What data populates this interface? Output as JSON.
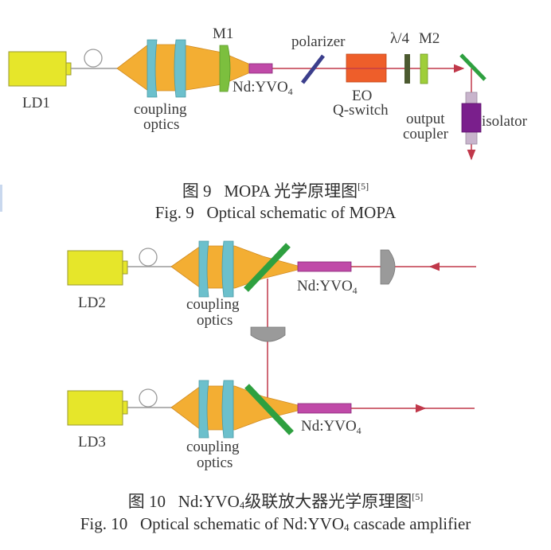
{
  "figure9": {
    "labels": {
      "ld1": "LD1",
      "coupling_line1": "coupling",
      "coupling_line2": "optics",
      "m1": "M1",
      "crystal": "Nd:YVO",
      "crystal_sub": "4",
      "polarizer": "polarizer",
      "eo_line1": "EO",
      "eo_line2": "Q-switch",
      "qwp": "λ/4",
      "m2": "M2",
      "oc_line1": "output",
      "oc_line2": "coupler",
      "isolator": "isolator"
    },
    "caption_cn": {
      "prefix": "图 9",
      "text": "MOPA 光学原理图",
      "ref": "[5]"
    },
    "caption_en": {
      "prefix": "Fig. 9",
      "text": "Optical schematic of MOPA"
    }
  },
  "figure10": {
    "labels": {
      "ld2": "LD2",
      "ld3": "LD3",
      "coupling_line1": "coupling",
      "coupling_line2": "optics",
      "crystal": "Nd:YVO",
      "crystal_sub": "4"
    },
    "caption_cn": {
      "prefix": "图 10",
      "text_a": "Nd:YVO",
      "sub": "4",
      "text_b": "级联放大器光学原理图",
      "ref": "[5]"
    },
    "caption_en": {
      "prefix": "Fig. 10",
      "text_a": "Optical schematic of Nd:YVO",
      "sub": "4",
      "text_b": " cascade amplifier"
    }
  },
  "colors": {
    "laser_diode": "#e6e62a",
    "pump_cone": "#f3ae33",
    "lens": "#6cc0cc",
    "mirror_m1": "#7cbf3e",
    "crystal": "#c04aa8",
    "polarizer": "#3b3e8c",
    "eo_switch": "#ee5e2a",
    "qwp": "#4c5a30",
    "mirror_m2": "#9fce3a",
    "dichroic": "#2ea040",
    "isolator": "#7a1f8c",
    "beam": "#c0384a",
    "lens_gray": "#9a9a9a"
  }
}
